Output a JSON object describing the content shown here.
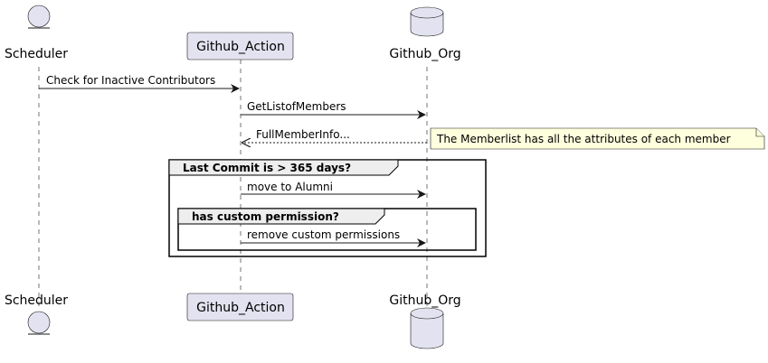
{
  "participants": {
    "scheduler": {
      "label": "Scheduler",
      "kind": "entity"
    },
    "github_action": {
      "label": "Github_Action",
      "kind": "participant"
    },
    "github_org": {
      "label": "Github_Org",
      "kind": "database"
    }
  },
  "messages": [
    {
      "label": "Check for Inactive Contributors",
      "from": "scheduler",
      "to": "github_action",
      "style": "solid"
    },
    {
      "label": "GetListofMembers",
      "from": "github_action",
      "to": "github_org",
      "style": "solid"
    },
    {
      "label": "FullMemberInfo...",
      "from": "github_org",
      "to": "github_action",
      "style": "dashed"
    },
    {
      "label": "move to Alumni",
      "from": "github_action",
      "to": "github_org",
      "style": "solid"
    },
    {
      "label": "remove custom permissions",
      "from": "github_action",
      "to": "github_org",
      "style": "solid"
    }
  ],
  "note": {
    "text": "The Memberlist has all the attributes of each member",
    "attached_to": "github_org"
  },
  "groups": {
    "outer": {
      "title": "Last Commit is > 365 days?"
    },
    "inner": {
      "title": "has custom permission?"
    }
  },
  "colors": {
    "participant_fill": "#E2E2F0",
    "participant_border": "#181818",
    "note_fill": "#FEFFDD",
    "group_header_fill": "#EEEEEE",
    "lifeline": "#181818",
    "arrow": "#181818"
  }
}
